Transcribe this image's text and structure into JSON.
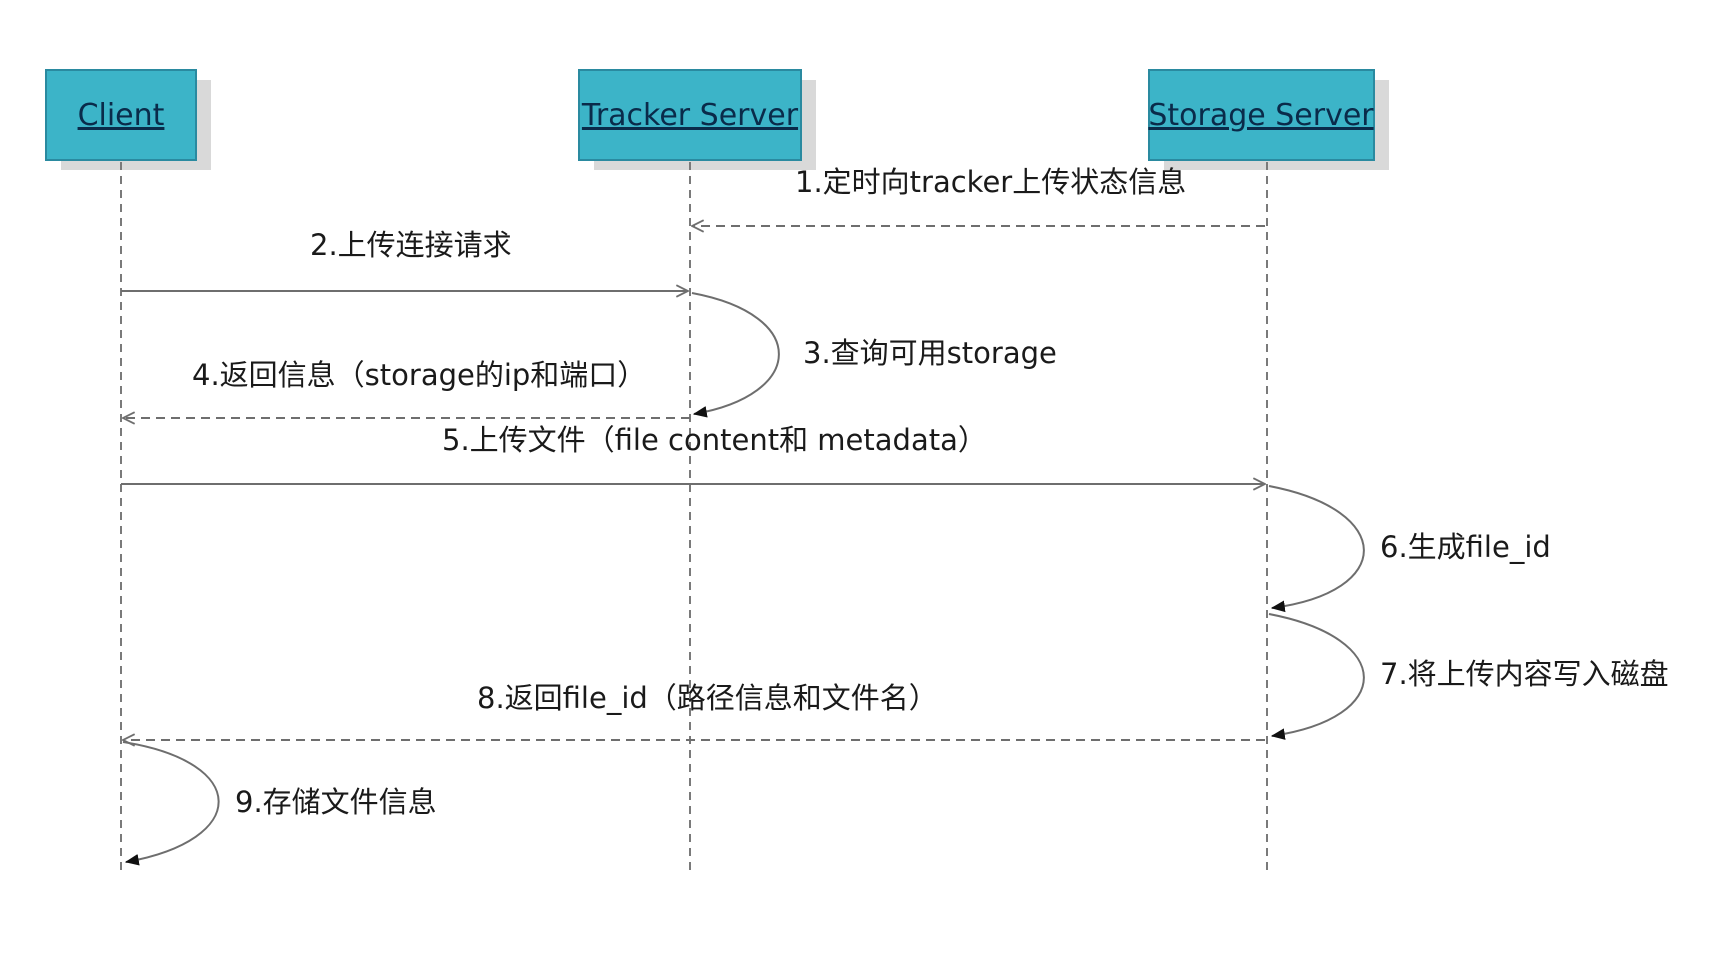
{
  "colors": {
    "actor_fill": "#3cb4c8",
    "actor_border": "#2a8aa0",
    "actor_shadow": "#d9d9d9",
    "lifeline": "#7a7a7a",
    "message_line": "#6e6e6e",
    "text": "#1a1a1a"
  },
  "actors": [
    {
      "id": "client",
      "label": "Client"
    },
    {
      "id": "tracker",
      "label": "Tracker Server"
    },
    {
      "id": "storage",
      "label": "Storage Server"
    }
  ],
  "messages": [
    {
      "id": "m1",
      "label": "1.定时向tracker上传状态信息",
      "from": "storage",
      "to": "tracker",
      "style": "dashed"
    },
    {
      "id": "m2",
      "label": "2.上传连接请求",
      "from": "client",
      "to": "tracker",
      "style": "solid"
    },
    {
      "id": "m3",
      "label": "3.查询可用storage",
      "from": "tracker",
      "to": "tracker",
      "style": "self"
    },
    {
      "id": "m4",
      "label": "4.返回信息（storage的ip和端口）",
      "from": "tracker",
      "to": "client",
      "style": "dashed"
    },
    {
      "id": "m5",
      "label": "5.上传文件（file content和 metadata）",
      "from": "client",
      "to": "storage",
      "style": "solid"
    },
    {
      "id": "m6",
      "label": "6.生成file_id",
      "from": "storage",
      "to": "storage",
      "style": "self"
    },
    {
      "id": "m7",
      "label": "7.将上传内容写入磁盘",
      "from": "storage",
      "to": "storage",
      "style": "self"
    },
    {
      "id": "m8",
      "label": "8.返回file_id（路径信息和文件名）",
      "from": "storage",
      "to": "client",
      "style": "dashed"
    },
    {
      "id": "m9",
      "label": "9.存储文件信息",
      "from": "client",
      "to": "client",
      "style": "self"
    }
  ]
}
